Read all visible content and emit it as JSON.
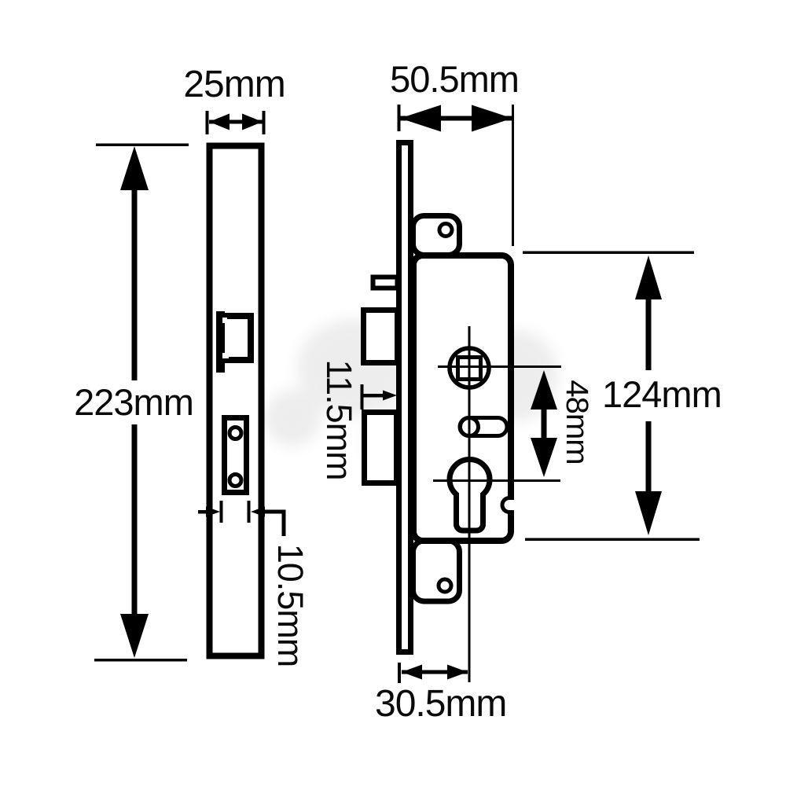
{
  "page": {
    "background": "#ffffff",
    "line_color": "#000000",
    "watermark_color": "#ebebeb"
  },
  "dimensions": {
    "front_width": "25mm",
    "front_height": "223mm",
    "case_depth": "50.5mm",
    "case_height": "124mm",
    "bolt_projection": "11.5mm",
    "spindle_to_cylinder": "48mm",
    "keep_width": "10.5mm",
    "backset": "30.5mm"
  }
}
